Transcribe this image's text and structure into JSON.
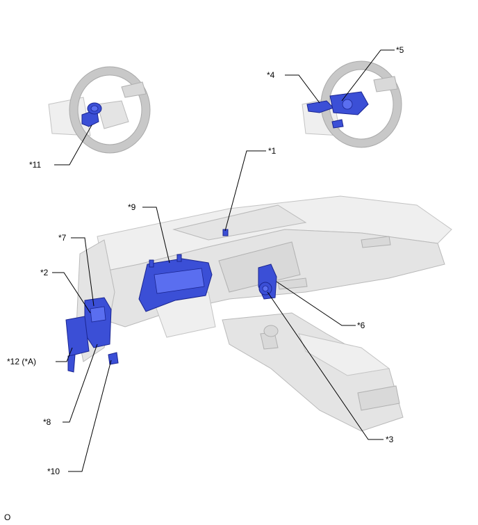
{
  "labels": {
    "c1": "*1",
    "c2": "*2",
    "c3": "*3",
    "c4": "*4",
    "c5": "*5",
    "c6": "*6",
    "c7": "*7",
    "c8": "*8",
    "c9": "*9",
    "c10": "*10",
    "c11": "*11",
    "c12": "*12 (*A)"
  },
  "footer_code": "O",
  "colors": {
    "highlight_part": "#3b4fd6",
    "body_gray": "#e4e4e4"
  }
}
